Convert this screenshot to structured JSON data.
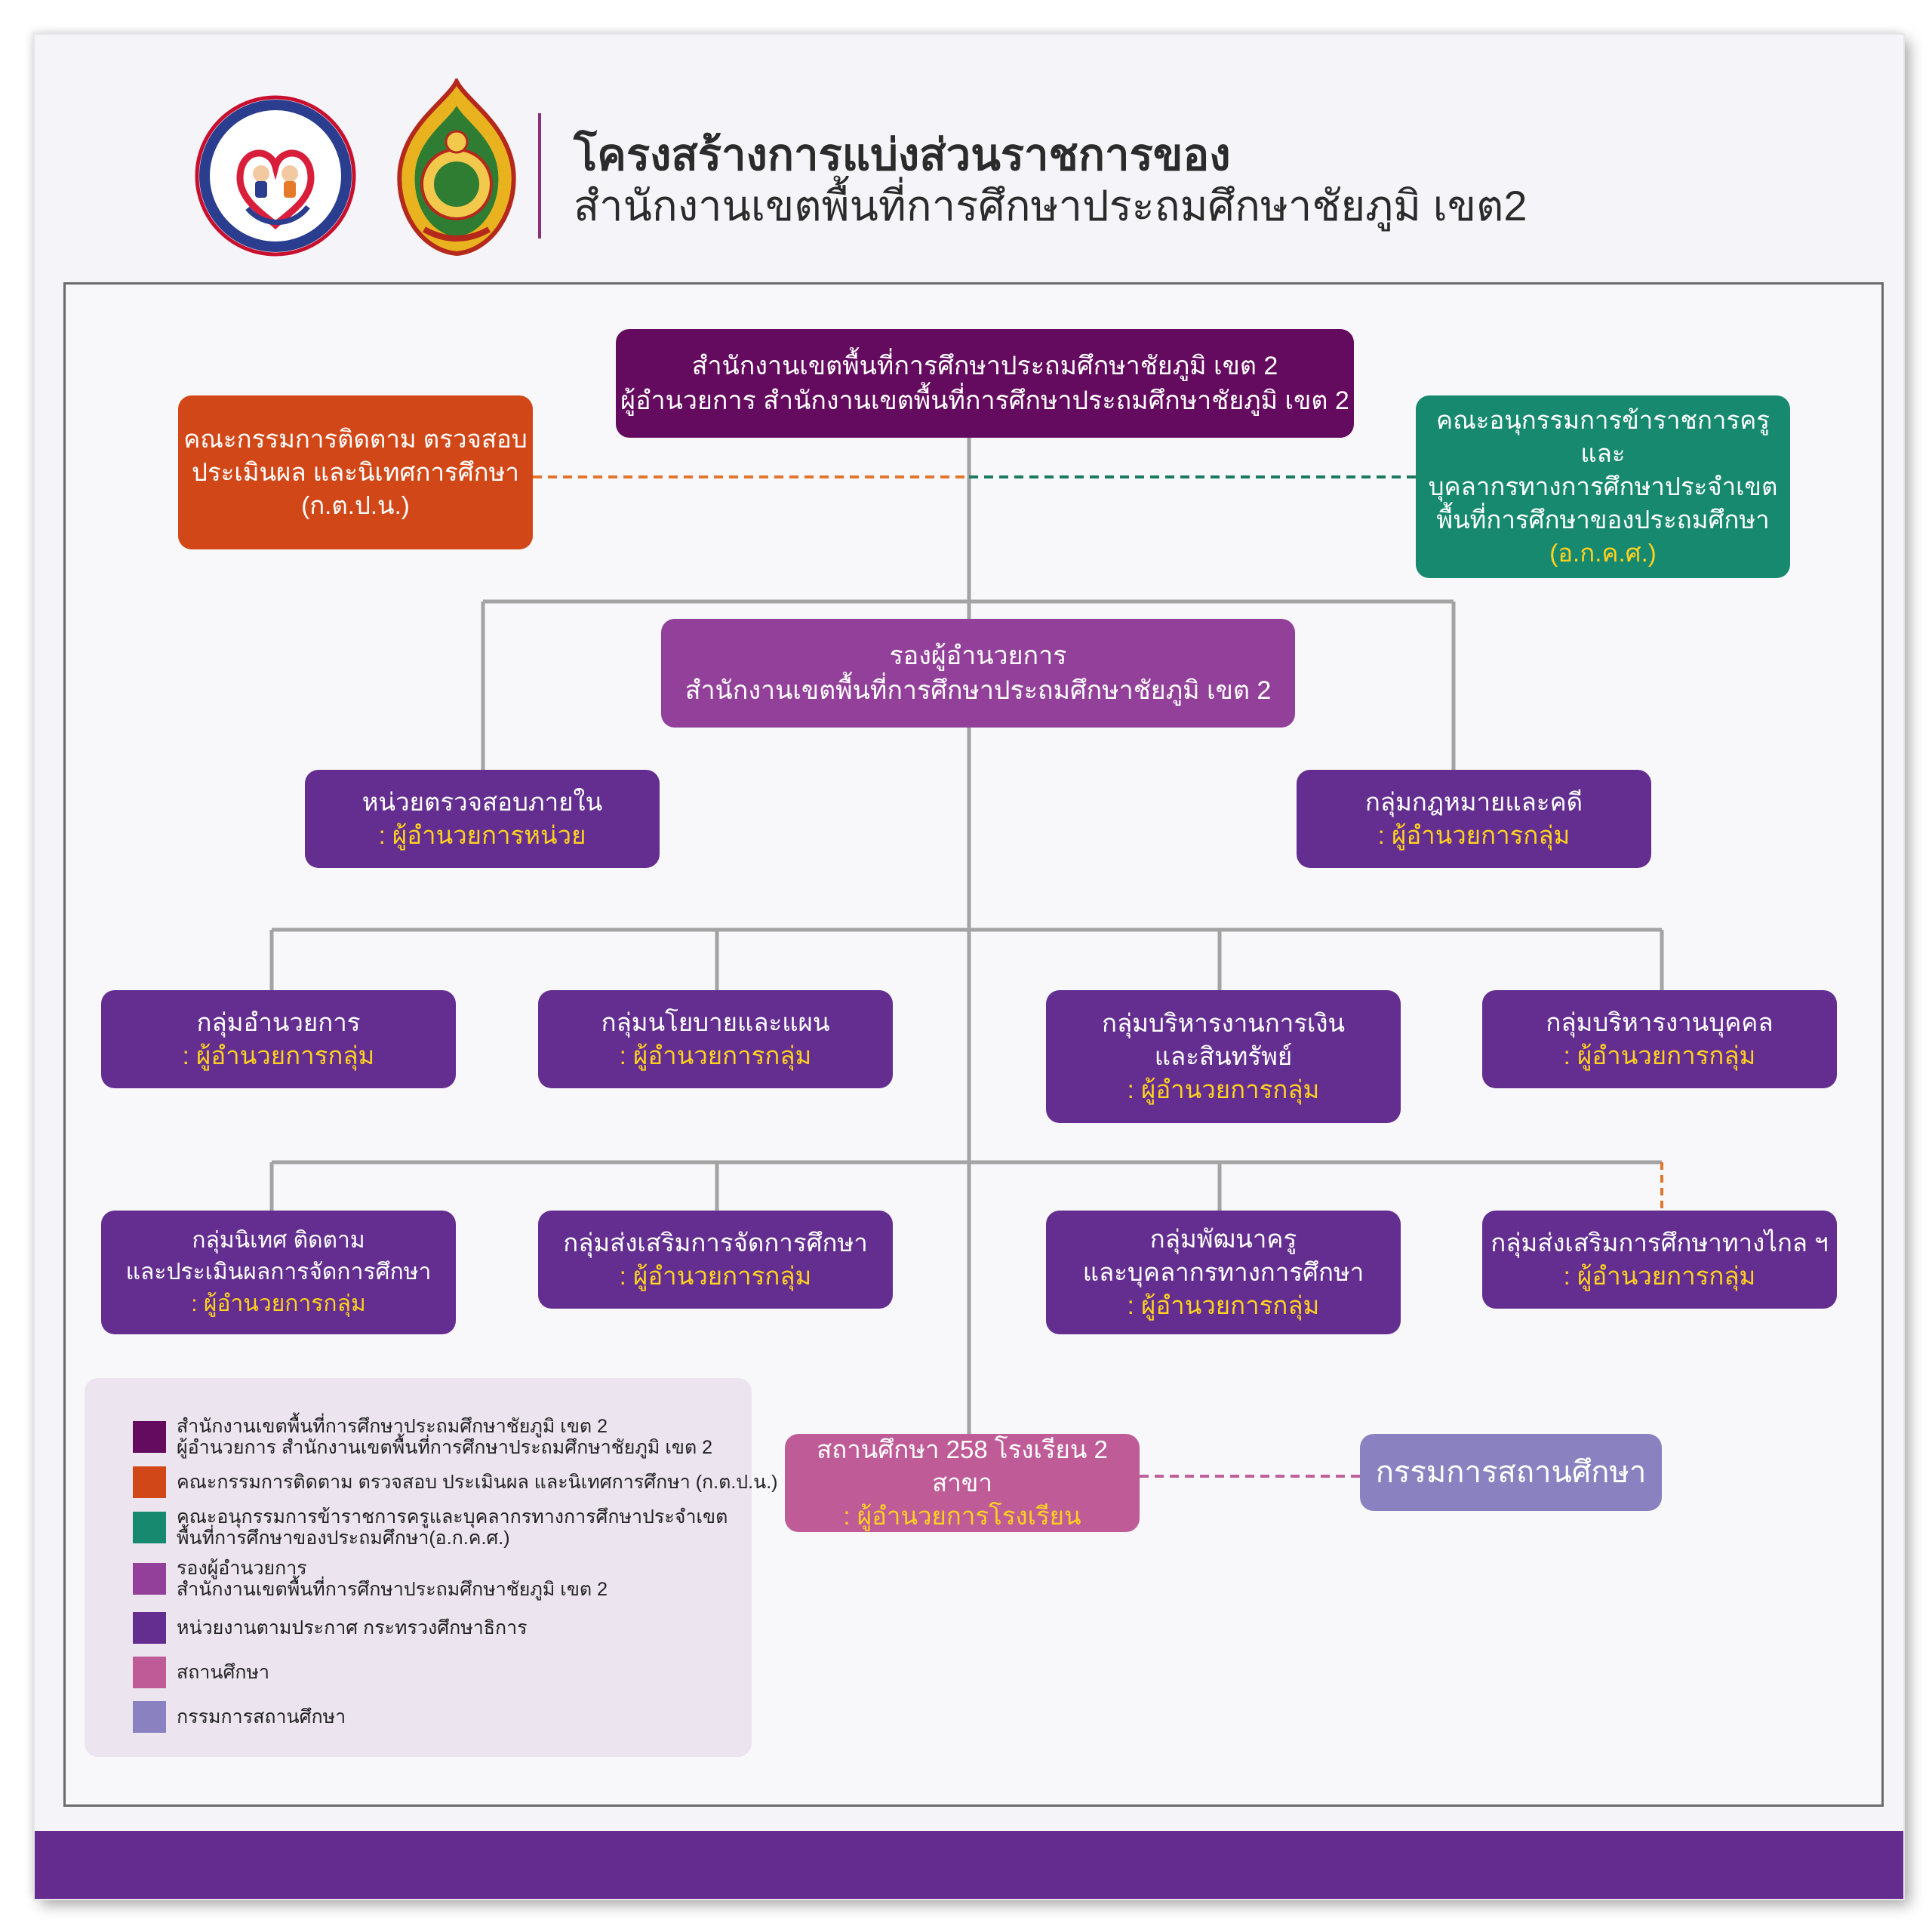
{
  "header": {
    "title_line1": "โครงสร้างการแบ่งส่วนราชการของ",
    "title_line2": "สำนักงานเขตพื้นที่การศึกษาประถมศึกษาชัยภูมิ เขต2"
  },
  "colors": {
    "director": "#640a5f",
    "orange": "#d24717",
    "teal": "#16896f",
    "deputy": "#93409a",
    "unit": "#632e90",
    "school": "#bf5b97",
    "board": "#8a82c0",
    "highlight_text": "#ffd21f",
    "footer": "#642c8f"
  },
  "nodes": {
    "director": {
      "line1": "สำนักงานเขตพื้นที่การศึกษาประถมศึกษาชัยภูมิ เขต 2",
      "line2": "ผู้อำนวยการ สำนักงานเขตพื้นที่การศึกษาประถมศึกษาชัยภูมิ เขต 2"
    },
    "ktpn": {
      "line1": "คณะกรรมการติดตาม ตรวจสอบ",
      "line2": "ประเมินผล และนิเทศการศึกษา",
      "line3": "(ก.ต.ป.น.)"
    },
    "okpt": {
      "line1": "คณะอนุกรรมการข้าราชการครูและ",
      "line2": "บุคลากรทางการศึกษาประจำเขต",
      "line3": "พื้นที่การศึกษาของประถมศึกษา",
      "line4": "(อ.ก.ค.ศ.)"
    },
    "deputy": {
      "line1": "รองผู้อำนวยการ",
      "line2": "สำนักงานเขตพื้นที่การศึกษาประถมศึกษาชัยภูมิ เขต 2"
    },
    "audit": {
      "line1": "หน่วยตรวจสอบภายใน",
      "line2": ": ผู้อำนวยการหน่วย"
    },
    "legal": {
      "line1": "กลุ่มกฎหมายและคดี",
      "line2": ": ผู้อำนวยการกลุ่ม"
    },
    "admin": {
      "line1": "กลุ่มอำนวยการ",
      "line2": ": ผู้อำนวยการกลุ่ม"
    },
    "policy": {
      "line1": "กลุ่มนโยบายและแผน",
      "line2": ": ผู้อำนวยการกลุ่ม"
    },
    "finance": {
      "line1": "กลุ่มบริหารงานการเงิน",
      "line2": "และสินทรัพย์",
      "line3": ": ผู้อำนวยการกลุ่ม"
    },
    "personnel": {
      "line1": "กลุ่มบริหารงานบุคคล",
      "line2": ": ผู้อำนวยการกลุ่ม"
    },
    "supervision": {
      "line1": "กลุ่มนิเทศ ติดตาม",
      "line2": "และประเมินผลการจัดการศึกษา",
      "line3": ": ผู้อำนวยการกลุ่ม"
    },
    "promotion": {
      "line1": "กลุ่มส่งเสริมการจัดการศึกษา",
      "line2": ": ผู้อำนวยการกลุ่ม"
    },
    "teacher_dev": {
      "line1": "กลุ่มพัฒนาครู",
      "line2": "และบุคลากรทางการศึกษา",
      "line3": ": ผู้อำนวยการกลุ่ม"
    },
    "distance": {
      "line1": "กลุ่มส่งเสริมการศึกษาทางไกล ฯ",
      "line2": ": ผู้อำนวยการกลุ่ม"
    },
    "school": {
      "line1": "สถานศึกษา 258 โรงเรียน 2 สาขา",
      "line2": ": ผู้อำนวยการโรงเรียน"
    },
    "board": {
      "line1": "กรรมการสถานศึกษา"
    }
  },
  "legend": [
    {
      "color": "#640a5f",
      "lines": [
        "สำนักงานเขตพื้นที่การศึกษาประถมศึกษาชัยภูมิ เขต 2",
        "ผู้อำนวยการ สำนักงานเขตพื้นที่การศึกษาประถมศึกษาชัยภูมิ เขต 2"
      ]
    },
    {
      "color": "#d24717",
      "lines": [
        "คณะกรรมการติดตาม ตรวจสอบ ประเมินผล และนิเทศการศึกษา (ก.ต.ป.น.)"
      ]
    },
    {
      "color": "#16896f",
      "lines": [
        "คณะอนุกรรมการข้าราชการครูและบุคลากรทางการศึกษาประจำเขต",
        "พื้นที่การศึกษาของประถมศึกษา(อ.ก.ค.ศ.)"
      ]
    },
    {
      "color": "#93409a",
      "lines": [
        "รองผู้อำนวยการ",
        "สำนักงานเขตพื้นที่การศึกษาประถมศึกษาชัยภูมิ เขต 2"
      ]
    },
    {
      "color": "#632e90",
      "lines": [
        "หน่วยงานตามประกาศ กระทรวงศึกษาธิการ"
      ]
    },
    {
      "color": "#bf5b97",
      "lines": [
        "สถานศึกษา"
      ]
    },
    {
      "color": "#8a82c0",
      "lines": [
        "กรรมการสถานศึกษา"
      ]
    }
  ]
}
